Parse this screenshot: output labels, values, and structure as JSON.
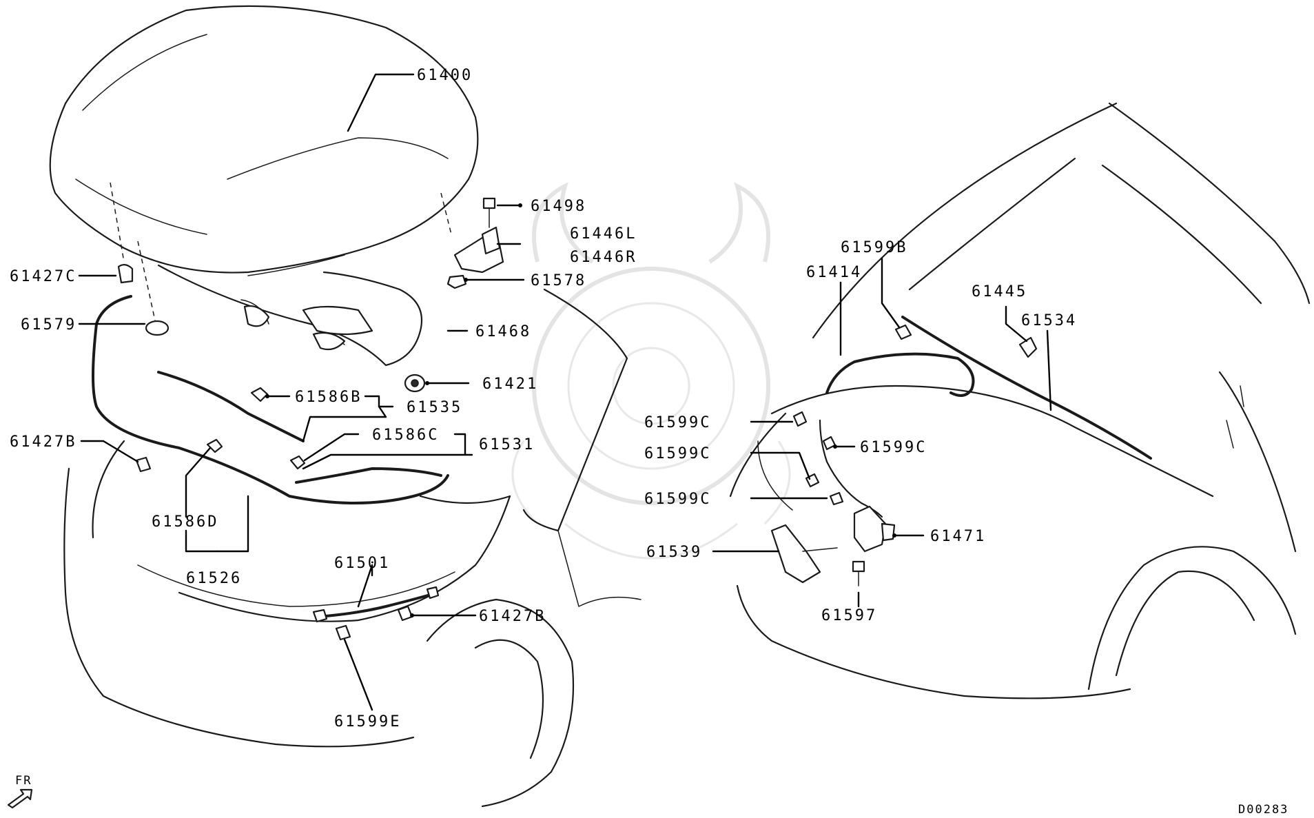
{
  "labels": {
    "p61400": "61400",
    "p61498": "61498",
    "p61446L": "61446L",
    "p61446R": "61446R",
    "p61578": "61578",
    "p61427C": "61427C",
    "p61579": "61579",
    "p61468": "61468",
    "p61421": "61421",
    "p61586B": "61586B",
    "p61535": "61535",
    "p61427B_left": "61427B",
    "p61586C": "61586C",
    "p61531": "61531",
    "p61586D": "61586D",
    "p61526": "61526",
    "p61501": "61501",
    "p61427B_bottom": "61427B",
    "p61599E": "61599E",
    "p61599B": "61599B",
    "p61414": "61414",
    "p61445": "61445",
    "p61534": "61534",
    "p61599C_a": "61599C",
    "p61599C_b": "61599C",
    "p61599C_c": "61599C",
    "p61599C_d": "61599C",
    "p61471": "61471",
    "p61539": "61539",
    "p61597": "61597"
  },
  "direction_indicator": "FR",
  "diagram_code": "D00283"
}
